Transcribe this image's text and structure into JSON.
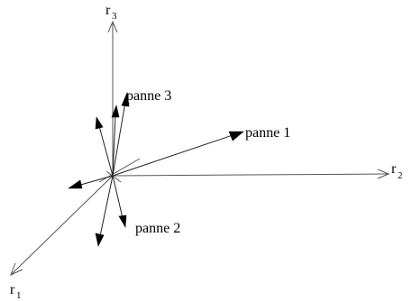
{
  "axes": {
    "r1": {
      "main": "r",
      "sub": "1"
    },
    "r2": {
      "main": "r",
      "sub": "2"
    },
    "r3": {
      "main": "r",
      "sub": "3"
    }
  },
  "labels": {
    "panne1": "panne 1",
    "panne2": "panne 2",
    "panne3": "panne 3"
  }
}
